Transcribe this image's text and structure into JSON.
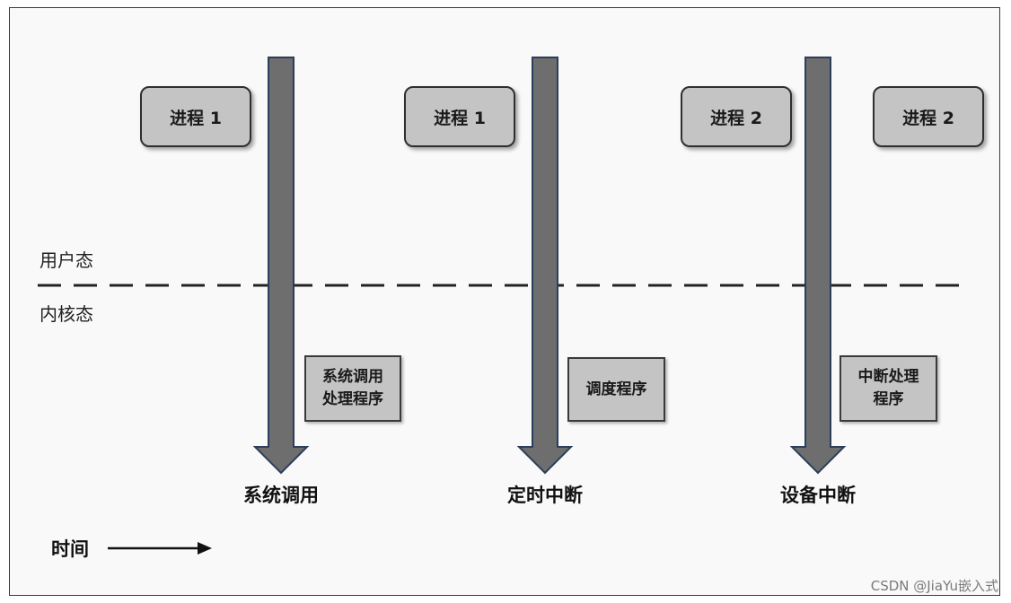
{
  "processes": [
    "进程 1",
    "进程 1",
    "进程 2",
    "进程 2"
  ],
  "states": {
    "user": "用户态",
    "kernel": "内核态"
  },
  "handlers": [
    {
      "lines": [
        "系统调用",
        "处理程序"
      ]
    },
    {
      "lines": [
        "调度程序"
      ]
    },
    {
      "lines": [
        "中断处理",
        "程序"
      ]
    }
  ],
  "events": [
    "系统调用",
    "定时中断",
    "设备中断"
  ],
  "time_label": "时间",
  "watermark": "CSDN @JiaYu嵌入式",
  "colors": {
    "process_fill": "#c4c4c4",
    "arrow_fill": "#6e6e6e",
    "arrow_stroke": "#2c3e5c"
  }
}
